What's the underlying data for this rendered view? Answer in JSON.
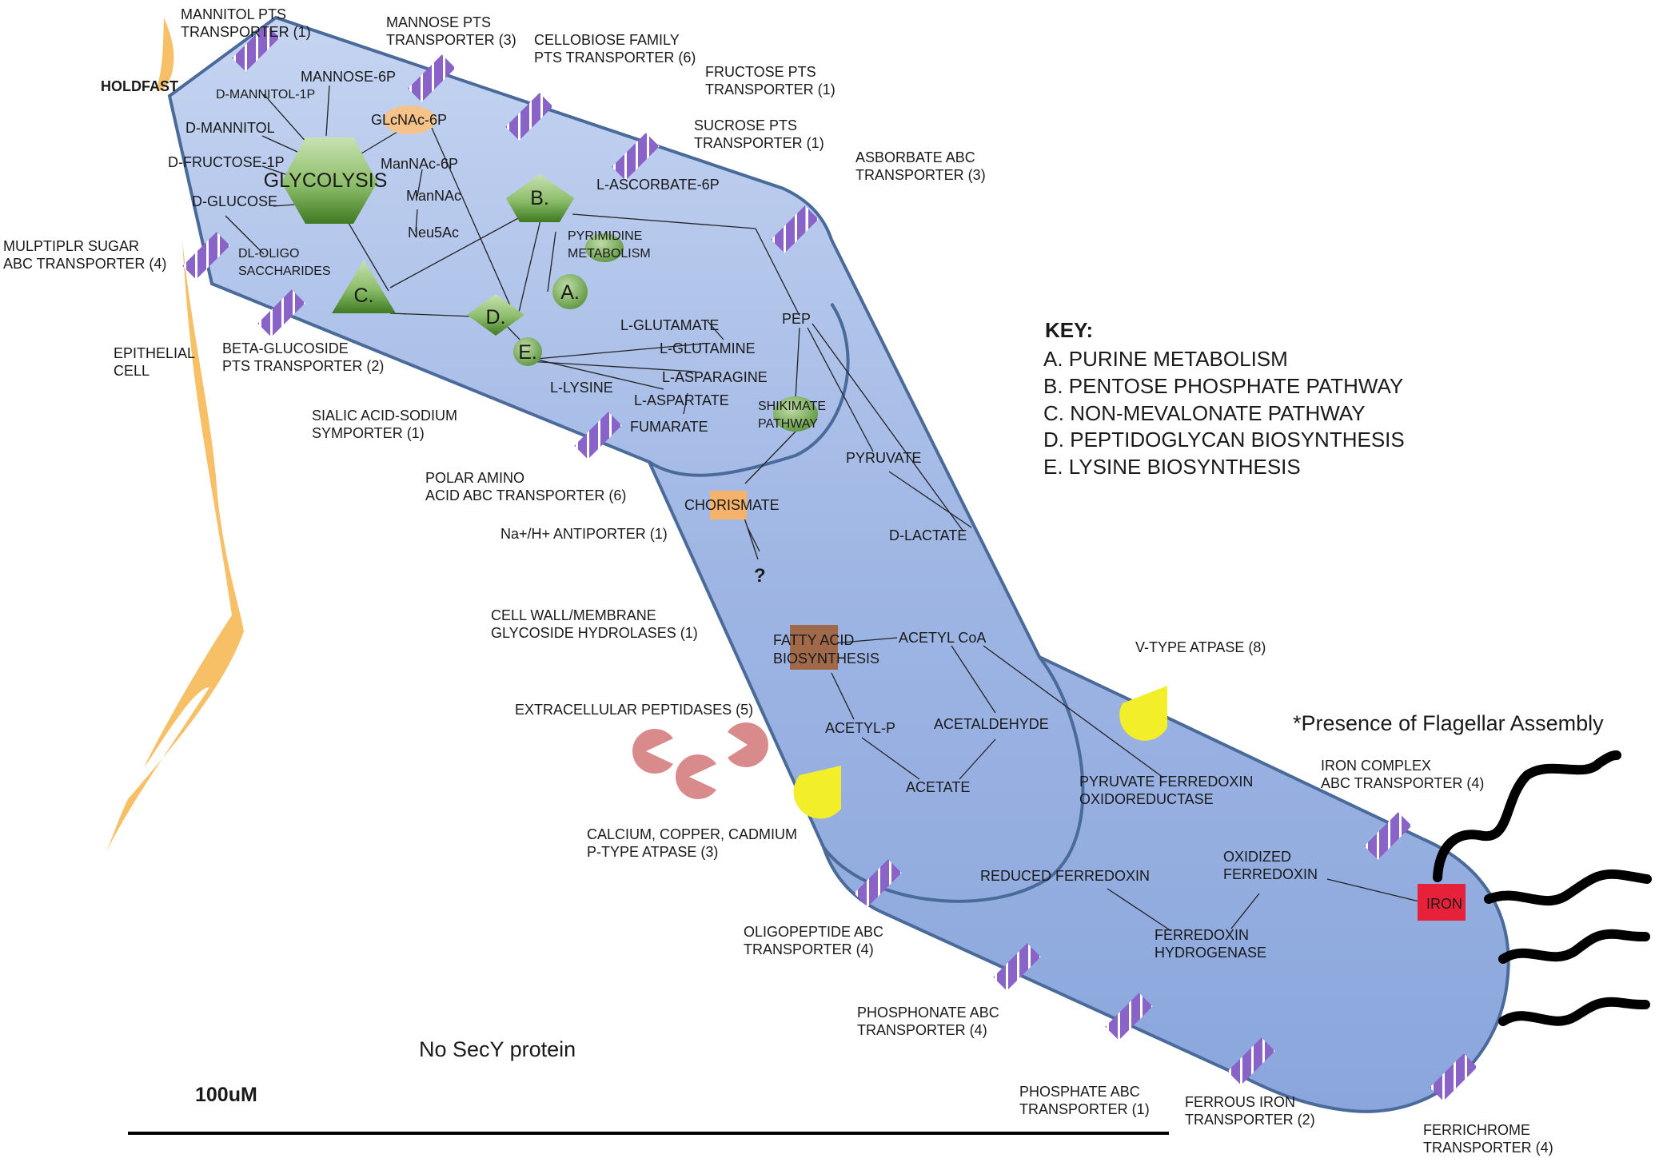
{
  "colors": {
    "cell_fill": "#9fb6e4",
    "cell_stroke": "#4a6a9a",
    "transporter": "#8a63c9",
    "epithelial": "#f7c067",
    "hexagon_top": "#b9d9a1",
    "hexagon_bottom": "#4f8a2e",
    "yellow_atpase": "#f2ee2a",
    "peptidase": "#d98a8a",
    "chorismate": "#f5b26b",
    "fatty_acid": "#a0694a",
    "iron": "#e8213a",
    "glcnac": "#f5c38a"
  },
  "labels": {
    "holdfast": "HOLDFAST",
    "epithelial_cell": [
      "EPITHELIAL",
      "CELL"
    ],
    "mannitol_pts": [
      "MANNITOL PTS",
      "TRANSPORTER (1)"
    ],
    "mannose_pts": [
      "MANNOSE PTS",
      "TRANSPORTER (3)"
    ],
    "cellobiose_pts": [
      "CELLOBIOSE FAMILY",
      "PTS TRANSPORTER  (6)"
    ],
    "fructose_pts": [
      "FRUCTOSE PTS",
      "TRANSPORTER (1)"
    ],
    "sucrose_pts": [
      "SUCROSE PTS",
      "TRANSPORTER  (1)"
    ],
    "ascorbate_abc": [
      "ASBORBATE ABC",
      "TRANSPORTER (3)"
    ],
    "multiple_sugar": [
      "MULPTIPLR SUGAR",
      "ABC TRANSPORTER (4)"
    ],
    "beta_glucoside": [
      "BETA-GLUCOSIDE",
      "PTS TRANSPORTER (2)"
    ],
    "sialic_acid": [
      "SIALIC ACID-SODIUM",
      "SYMPORTER (1)"
    ],
    "polar_amino": [
      "POLAR AMINO",
      "ACID ABC TRANSPORTER (6)"
    ],
    "na_h_antiporter": "Na+/H+ ANTIPORTER (1)",
    "cell_wall": [
      "CELL WALL/MEMBRANE",
      "GLYCOSIDE HYDROLASES (1)"
    ],
    "extracellular_peptidases": "EXTRACELLULAR PEPTIDASES (5)",
    "calcium_copper": [
      "CALCIUM, COPPER, CADMIUM",
      "P-TYPE ATPASE (3)"
    ],
    "oligopeptide_abc": [
      "OLIGOPEPTIDE ABC",
      "TRANSPORTER (4)"
    ],
    "phosphonate_abc": [
      "PHOSPHONATE ABC",
      "TRANSPORTER (4)"
    ],
    "phosphate_abc": [
      "PHOSPHATE ABC",
      "TRANSPORTER (1)"
    ],
    "ferrous_iron": [
      "FERROUS IRON",
      "TRANSPORTER (2)"
    ],
    "ferrichrome": [
      "FERRICHROME",
      "TRANSPORTER (4)"
    ],
    "iron_complex": [
      "IRON COMPLEX",
      "ABC TRANSPORTER (4)"
    ],
    "v_type_atpase": "V-TYPE ATPASE (8)",
    "flagellar": "*Presence of Flagellar Assembly",
    "no_secy": "No SecY protein",
    "scale": "100uM"
  },
  "metabolites": {
    "mannose_6p": "MANNOSE-6P",
    "d_mannitol_1p": "D-MANNITOL-1P",
    "d_mannitol": "D-MANNITOL",
    "d_fructose_1p": "D-FRUCTOSE-1P",
    "d_glucose": "D-GLUCOSE",
    "dl_oligo": [
      "DL-OLIGO",
      "SACCHARIDES"
    ],
    "glycolysis": "GLYCOLYSIS",
    "glcnac_6p": "GLcNAc-6P",
    "mannac_6p": "ManNAc-6P",
    "mannac": "ManNAc",
    "neu5ac": "Neu5Ac",
    "l_ascorbate_6p": "L-ASCORBATE-6P",
    "pyrimidine": [
      "PYRIMIDINE",
      "METABOLISM"
    ],
    "pep": "PEP",
    "l_glutamate": "L-GLUTAMATE",
    "l_glutamine": "L-GLUTAMINE",
    "l_asparagine": "L-ASPARAGINE",
    "l_lysine": "L-LYSINE",
    "l_aspartate": "L-ASPARTATE",
    "fumarate": "FUMARATE",
    "shikimate": [
      "SHIKIMATE",
      "PATHWAY"
    ],
    "pyruvate": "PYRUVATE",
    "chorismate": "CHORISMATE",
    "question": "?",
    "d_lactate": "D-LACTATE",
    "fatty_acid": [
      "FATTY ACID",
      "BIOSYNTHESIS"
    ],
    "acetyl_coa": "ACETYL CoA",
    "acetyl_p": "ACETYL-P",
    "acetaldehyde": "ACETALDEHYDE",
    "acetate": "ACETATE",
    "pfor": [
      "PYRUVATE FERREDOXIN",
      "OXIDOREDUCTASE"
    ],
    "reduced_ferredoxin": "REDUCED FERREDOXIN",
    "oxidized_ferredoxin": [
      "OXIDIZED",
      "FERREDOXIN"
    ],
    "ferredoxin_hydrogenase": [
      "FERREDOXIN",
      "HYDROGENASE"
    ],
    "iron": "IRON"
  },
  "pathway_nodes": {
    "a": "A.",
    "b": "B.",
    "c": "C.",
    "d": "D.",
    "e": "E."
  },
  "key": {
    "title": "KEY:",
    "items": [
      "A.  PURINE METABOLISM",
      "B. PENTOSE  PHOSPHATE PATHWAY",
      "C. NON-MEVALONATE PATHWAY",
      "D. PEPTIDOGLYCAN BIOSYNTHESIS",
      "E. LYSINE BIOSYNTHESIS"
    ]
  }
}
